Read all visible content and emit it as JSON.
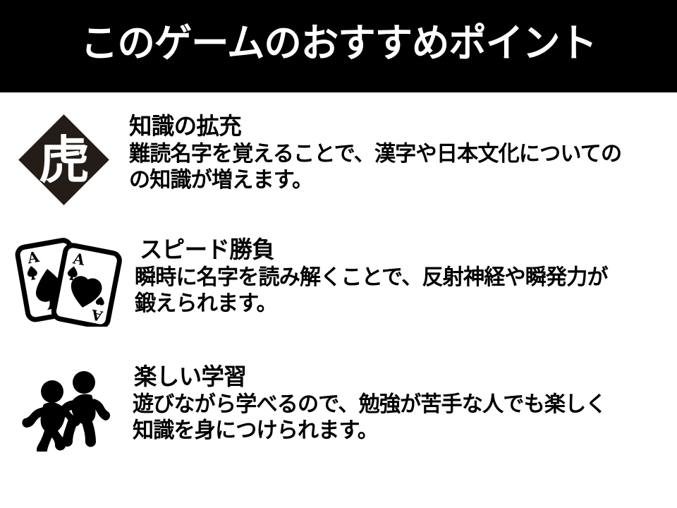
{
  "slide": {
    "background_color": "#ffffff",
    "header_background_color": "#000000",
    "header_text_color": "#ffffff",
    "body_text_color": "#000000",
    "accent_color": "#241c17",
    "title": "このゲームのおすすめポイント"
  },
  "features": [
    {
      "icon_name": "tiger-kanji-diamond-icon",
      "icon_glyph": "虎",
      "heading": "知識の拡充",
      "body_lines": [
        "難読名字を覚えることで、漢字や日本文化についての知識が増えます。"
      ],
      "body_line_1": "難読名字を覚えることで、漢字や日本文化についての知識が増えます。",
      "line1": "難読名字を覚えることで、漢字や日本文化についての",
      "line2": "の知識が増えます。"
    },
    {
      "icon_name": "playing-cards-icon",
      "heading": "スピード勝負",
      "body_line_1": "瞬時に名字を読み解くことで、反射神経や瞬発力が鍛えられます。",
      "line1": "瞬時に名字を読み解くことで、反射神経や瞬発力が",
      "line2": "鍛えられます。"
    },
    {
      "icon_name": "dancing-people-icon",
      "heading": "楽しい学習",
      "body_line_1": "遊びながら学べるので、勉強が苦手な人でも楽しく知識を身につけられます。",
      "line1": "遊びながら学べるので、勉強が苦手な人でも楽しく",
      "line2": "知識を身につけられます。"
    }
  ]
}
